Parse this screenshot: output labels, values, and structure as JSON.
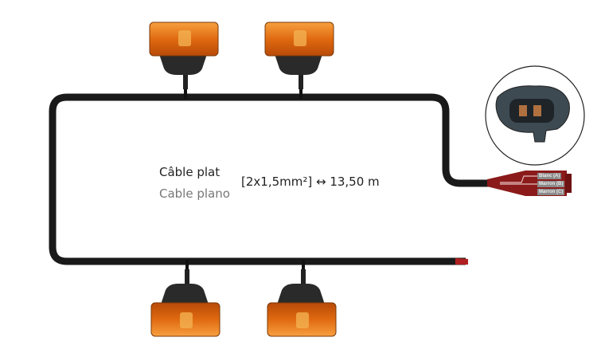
{
  "cable": {
    "name_fr": "Câble plat",
    "name_es": "Cable plano",
    "spec": "[2x1,5mm²] ↔ 13,50 m"
  },
  "connector": {
    "pins": [
      "Blanc (A)",
      "Marron (B)",
      "Marron (C)"
    ]
  },
  "colors": {
    "cable": "#1a1a1a",
    "connector": "#8b1a1a",
    "lamp": "#e8731a"
  }
}
